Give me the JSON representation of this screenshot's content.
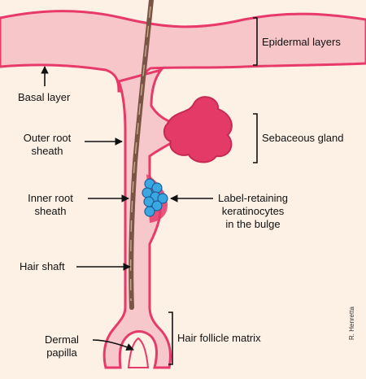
{
  "labels": {
    "epidermal_layers": "Epidermal layers",
    "basal_layer": "Basal layer",
    "outer_root_sheath_1": "Outer root",
    "outer_root_sheath_2": "sheath",
    "sebaceous_gland": "Sebaceous gland",
    "inner_root_sheath_1": "Inner root",
    "inner_root_sheath_2": "sheath",
    "label_retaining_1": "Label-retaining",
    "label_retaining_2": "keratinocytes",
    "label_retaining_3": "in the bulge",
    "hair_shaft": "Hair shaft",
    "dermal_papilla_1": "Dermal",
    "dermal_papilla_2": "papilla",
    "hair_follicle_matrix": "Hair follicle matrix"
  },
  "credit": "R. Henretta",
  "colors": {
    "background": "#fdf1e6",
    "epidermis": "#f6c6c8",
    "epidermis_edge": "#e8396b",
    "follicle": "#f7c8cb",
    "follicle_edge": "#e63a6a",
    "sebaceous": "#e33a68",
    "hair": "#7a5545",
    "stem_cells": "#3aa7e0",
    "stem_cell_edge": "#1b5f9c"
  }
}
